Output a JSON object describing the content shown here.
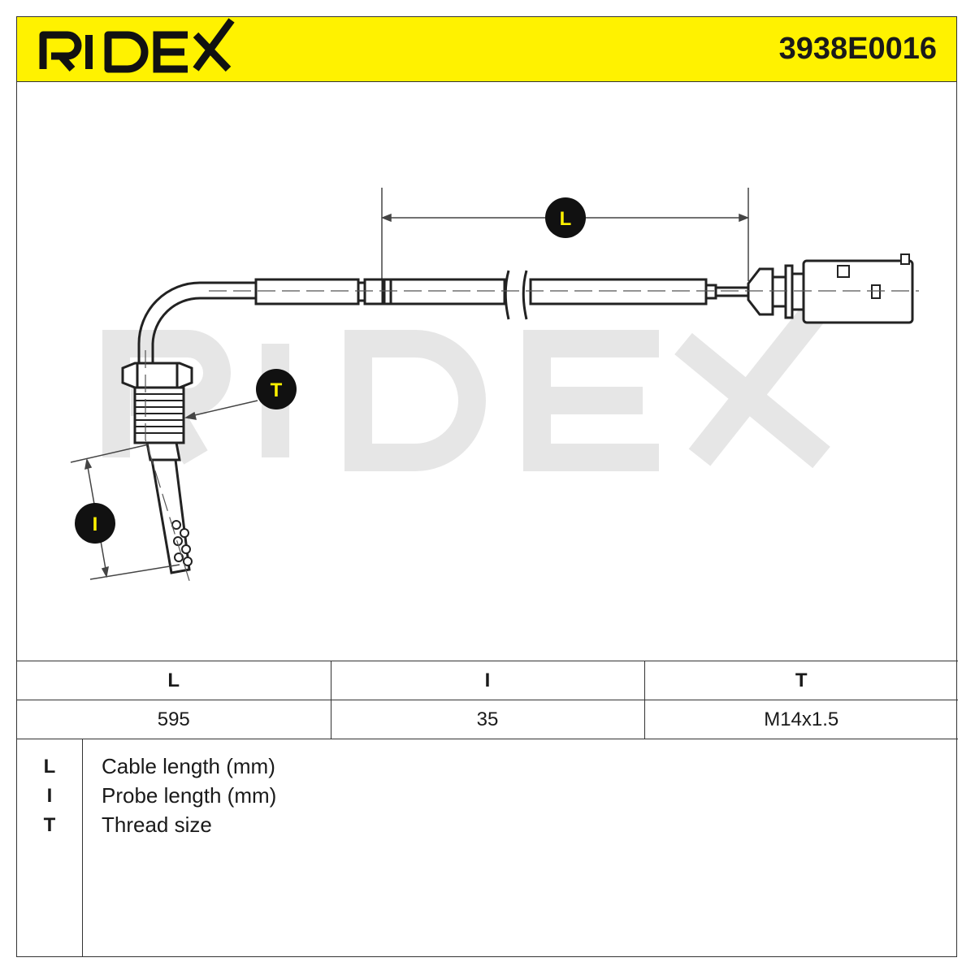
{
  "header": {
    "brand": "RIDEX",
    "part_number": "3938E0016",
    "brand_color": "#fff200"
  },
  "diagram": {
    "watermark": "RIDEX",
    "callouts": {
      "cable_length": "L",
      "thread": "T",
      "probe_length": "I"
    }
  },
  "spec_table": {
    "headers": [
      "L",
      "I",
      "T"
    ],
    "values": [
      "595",
      "35",
      "M14x1.5"
    ]
  },
  "legend": [
    {
      "key": "L",
      "description": "Cable length (mm)"
    },
    {
      "key": "I",
      "description": "Probe length (mm)"
    },
    {
      "key": "T",
      "description": "Thread size"
    }
  ]
}
